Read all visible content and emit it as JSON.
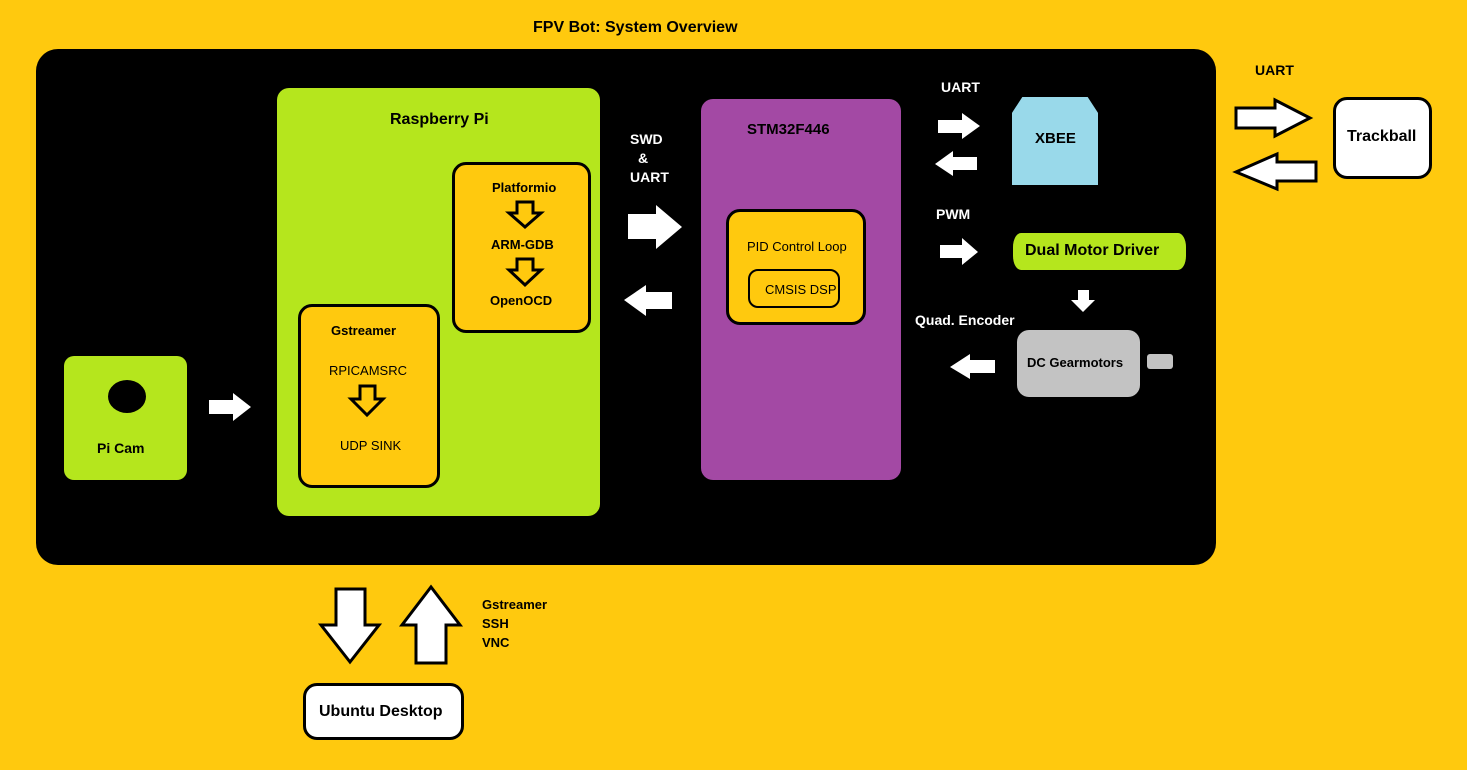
{
  "title": "FPV Bot: System Overview",
  "raspberry_pi": {
    "title": "Raspberry Pi",
    "toolchain": {
      "step1": "Platformio",
      "step2": "ARM-GDB",
      "step3": "OpenOCD"
    },
    "gstreamer": {
      "title": "Gstreamer",
      "source": "RPICAMSRC",
      "sink": "UDP SINK"
    }
  },
  "pi_cam": {
    "label": "Pi Cam"
  },
  "rpi_stm_link": {
    "line1": "SWD",
    "line2": "&",
    "line3": "UART"
  },
  "stm32": {
    "title": "STM32F446",
    "pid": {
      "label": "PID Control Loop",
      "cmsis": "CMSIS DSP"
    }
  },
  "links": {
    "uart": "UART",
    "pwm": "PWM",
    "encoder": "Quad. Encoder",
    "uart_trackball": "UART"
  },
  "xbee": {
    "label": "XBEE"
  },
  "motor_driver": {
    "label": "Dual Motor Driver"
  },
  "gearmotors": {
    "label": "DC Gearmotors"
  },
  "trackball": {
    "label": "Trackball"
  },
  "desktop": {
    "label": "Ubuntu Desktop",
    "protocols": {
      "line1": "Gstreamer",
      "line2": "SSH",
      "line3": "VNC"
    }
  },
  "colors": {
    "background": "#FFC90E",
    "panel": "#000000",
    "green": "#B5E61D",
    "purple": "#A349A4",
    "xbee": "#99D9EA",
    "motor": "#C3C3C3"
  }
}
